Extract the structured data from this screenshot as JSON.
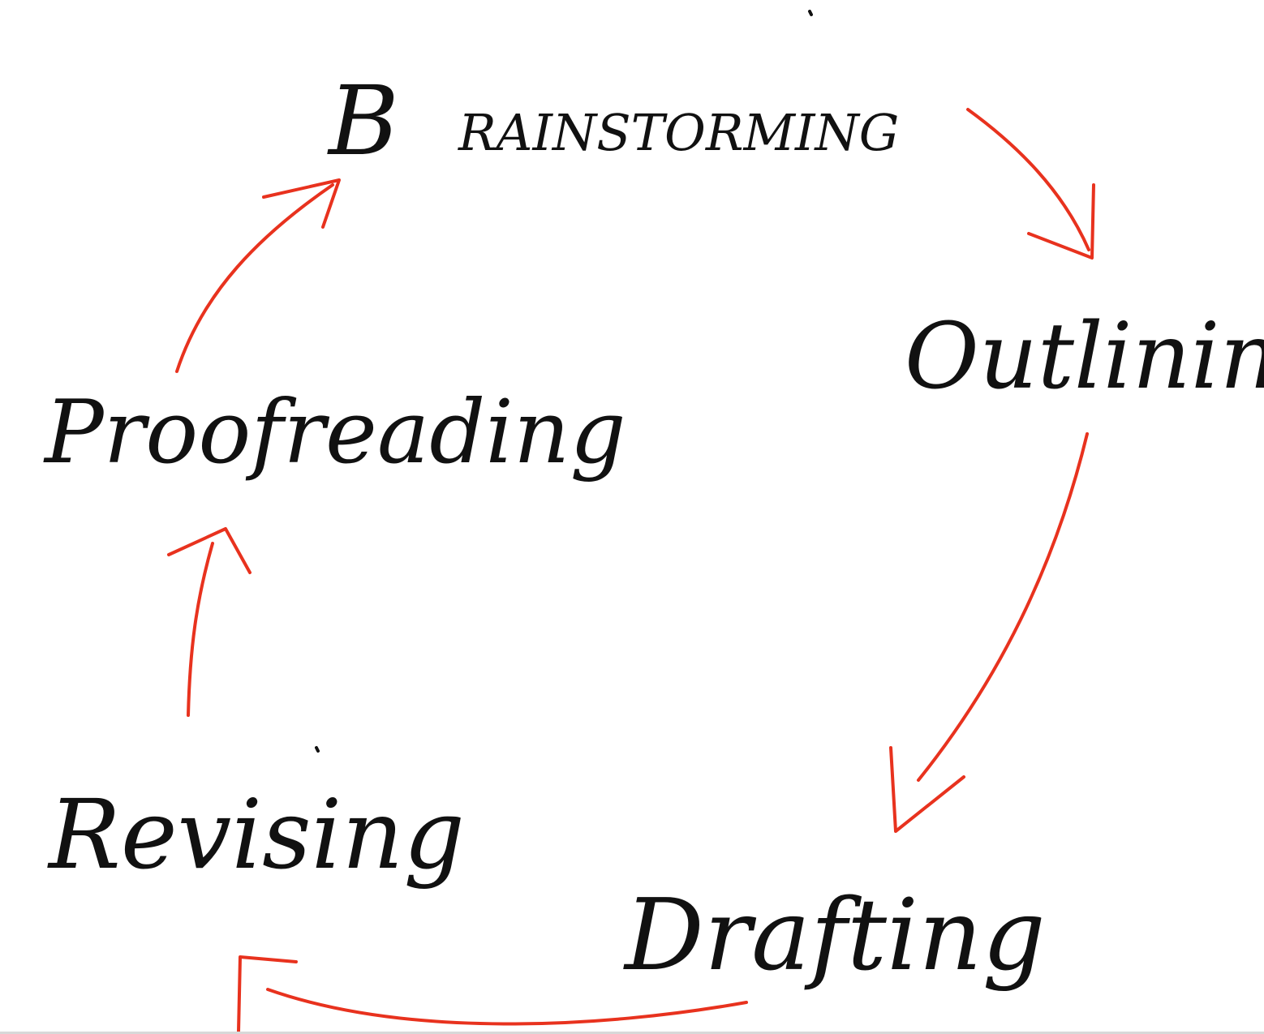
{
  "diagram": {
    "stages": [
      {
        "id": "brainstorming",
        "label": "Brainstorming"
      },
      {
        "id": "outlining",
        "label": "Outlining"
      },
      {
        "id": "drafting",
        "label": "Drafting"
      },
      {
        "id": "revising",
        "label": "Revising"
      },
      {
        "id": "proofreading",
        "label": "Proofreading"
      }
    ],
    "arrow_color": "#e8321e",
    "ink_color": "#111111",
    "arrows": [
      {
        "from": "brainstorming",
        "to": "outlining"
      },
      {
        "from": "outlining",
        "to": "drafting"
      },
      {
        "from": "drafting",
        "to": "revising"
      },
      {
        "from": "revising",
        "to": "proofreading"
      },
      {
        "from": "proofreading",
        "to": "brainstorming"
      }
    ]
  }
}
